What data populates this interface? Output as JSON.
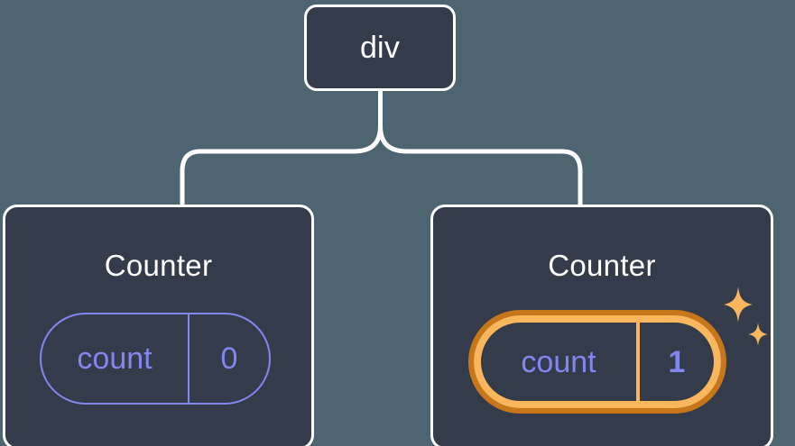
{
  "diagram": {
    "type": "component-tree",
    "background_color": "#4c6571",
    "node_fill": "#343b4a",
    "node_border": "#ffffff",
    "accent_state": "#8287f0",
    "highlight_outer": "#c8761a",
    "highlight_inner": "#f9b65c",
    "root": {
      "label": "div",
      "name": "div-node"
    },
    "children": [
      {
        "label": "Counter",
        "name": "counter-left",
        "state": {
          "key": "count",
          "value": "0"
        },
        "highlighted": false
      },
      {
        "label": "Counter",
        "name": "counter-right",
        "state": {
          "key": "count",
          "value": "1"
        },
        "highlighted": true,
        "sparkle_icons": [
          "sparkle-large",
          "sparkle-small"
        ]
      }
    ]
  }
}
